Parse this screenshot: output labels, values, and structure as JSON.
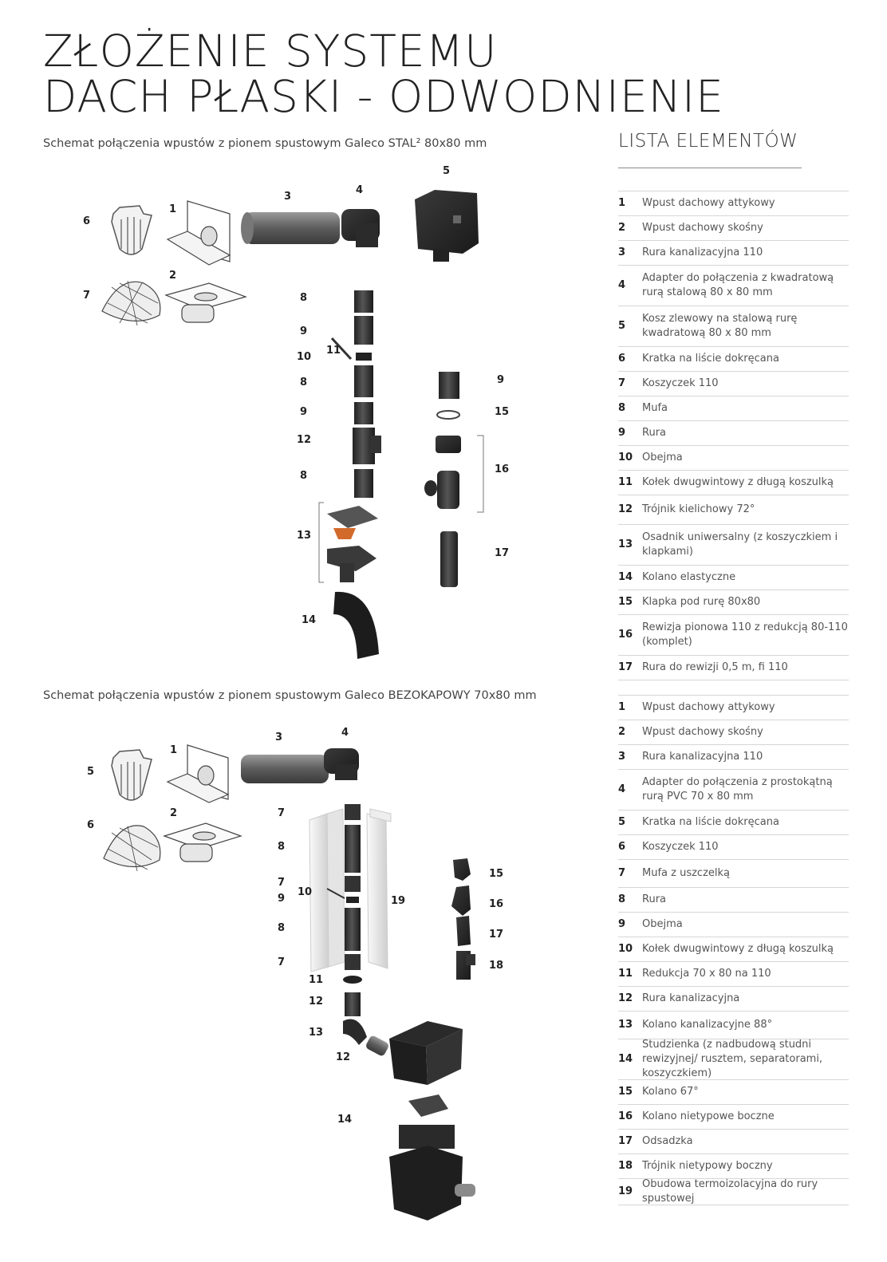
{
  "title": {
    "line1": "ZŁOŻENIE SYSTEMU",
    "line2": "DACH PŁASKI - ODWODNIENIE"
  },
  "schema1": {
    "caption": "Schemat połączenia wpustów z pionem spustowym Galeco STAL² 80x80 mm",
    "labels": [
      "6",
      "1",
      "3",
      "4",
      "5",
      "7",
      "2",
      "8",
      "9",
      "10",
      "11",
      "8",
      "9",
      "12",
      "8",
      "13",
      "14",
      "9",
      "15",
      "16",
      "17"
    ]
  },
  "schema2": {
    "caption": "Schemat połączenia wpustów z pionem spustowym Galeco BEZOKAPOWY 70x80 mm",
    "labels": [
      "3",
      "4",
      "1",
      "5",
      "2",
      "6",
      "7",
      "8",
      "7",
      "9",
      "10",
      "19",
      "8",
      "7",
      "11",
      "12",
      "13",
      "12",
      "14",
      "15",
      "16",
      "17",
      "18"
    ]
  },
  "list_heading": "LISTA ELEMENTÓW",
  "list1": [
    {
      "num": "1",
      "text": "Wpust dachowy attykowy"
    },
    {
      "num": "2",
      "text": "Wpust dachowy skośny"
    },
    {
      "num": "3",
      "text": "Rura kanalizacyjna 110"
    },
    {
      "num": "4",
      "text": "Adapter do połączenia z kwadratową rurą stalową 80 x 80 mm"
    },
    {
      "num": "5",
      "text": "Kosz zlewowy na stalową rurę kwadratową 80 x 80 mm"
    },
    {
      "num": "6",
      "text": "Kratka na liście dokręcana"
    },
    {
      "num": "7",
      "text": "Koszyczek 110"
    },
    {
      "num": "8",
      "text": "Mufa"
    },
    {
      "num": "9",
      "text": "Rura"
    },
    {
      "num": "10",
      "text": "Obejma"
    },
    {
      "num": "11",
      "text": "Kołek dwugwintowy z długą koszulką"
    },
    {
      "num": "12",
      "text": "Trójnik kielichowy 72°"
    },
    {
      "num": "13",
      "text": "Osadnik uniwersalny (z koszyczkiem i klapkami)"
    },
    {
      "num": "14",
      "text": "Kolano elastyczne"
    },
    {
      "num": "15",
      "text": "Klapka pod rurę 80x80"
    },
    {
      "num": "16",
      "text": "Rewizja pionowa 110 z redukcją 80-110 (komplet)"
    },
    {
      "num": "17",
      "text": "Rura do rewizji 0,5 m, fi 110"
    }
  ],
  "list2": [
    {
      "num": "1",
      "text": "Wpust dachowy attykowy"
    },
    {
      "num": "2",
      "text": "Wpust dachowy skośny"
    },
    {
      "num": "3",
      "text": "Rura kanalizacyjna 110"
    },
    {
      "num": "4",
      "text": "Adapter do połączenia z prostokątną rurą PVC 70 x 80 mm"
    },
    {
      "num": "5",
      "text": "Kratka na liście dokręcana"
    },
    {
      "num": "6",
      "text": "Koszyczek 110"
    },
    {
      "num": "7",
      "text": "Mufa z uszczelką"
    },
    {
      "num": "8",
      "text": "Rura"
    },
    {
      "num": "9",
      "text": "Obejma"
    },
    {
      "num": "10",
      "text": "Kołek dwugwintowy z długą koszulką"
    },
    {
      "num": "11",
      "text": "Redukcja 70 x 80 na 110"
    },
    {
      "num": "12",
      "text": "Rura kanalizacyjna"
    },
    {
      "num": "13",
      "text": "Kolano kanalizacyjne 88°"
    },
    {
      "num": "14",
      "text": "Studzienka (z nadbudową studni rewizyjnej/ rusztem, separatorami, koszyczkiem)"
    },
    {
      "num": "15",
      "text": "Kolano 67°"
    },
    {
      "num": "16",
      "text": "Kolano nietypowe boczne"
    },
    {
      "num": "17",
      "text": "Odsadzka"
    },
    {
      "num": "18",
      "text": "Trójnik nietypowy boczny"
    },
    {
      "num": "19",
      "text": "Obudowa termoizolacyjna do rury spustowej"
    }
  ]
}
